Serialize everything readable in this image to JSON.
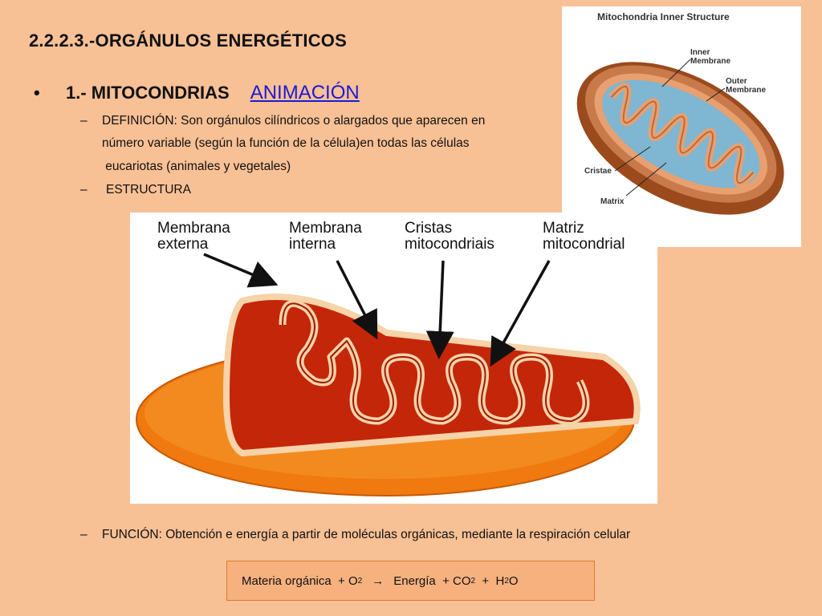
{
  "slide": {
    "title": "2.2.2.3.-ORGÁNULOS ENERGÉTICOS",
    "bullet": {
      "symbol": "•",
      "text": "1.- MITOCONDRIAS",
      "link": "ANIMACIÓN"
    },
    "definition": {
      "dash": "–",
      "lines": [
        "DEFINICIÓN: Son orgánulos cilíndricos o alargados  que aparecen en",
        "número variable (según la función de la célula)en todas las células",
        " eucariotas (animales y vegetales)"
      ]
    },
    "structure": {
      "dash": "–",
      "text": "ESTRUCTURA"
    },
    "function": {
      "dash": "–",
      "text": "FUNCIÓN: Obtención e energía a partir de moléculas orgánicas, mediante la respiración celular"
    },
    "equation": {
      "part1": "Materia orgánica  + O",
      "sub1": "2",
      "arrow": "→",
      "part2": "Energía  + CO",
      "sub2": "2",
      "part3": "  +  H",
      "sub3": "2",
      "part4": "O"
    }
  },
  "top_image": {
    "caption": "Mitochondria Inner Structure",
    "labels": {
      "inner": "Inner Membrane",
      "outer": "Outer Membrane",
      "cristae": "Cristae",
      "matrix": "Matrix"
    }
  },
  "main_image": {
    "labels": {
      "l1a": "Membrana",
      "l1b": "externa",
      "l2a": "Membrana",
      "l2b": "interna",
      "l3a": "Cristas",
      "l3b": "mitocondriais",
      "l4a": "Matriz",
      "l4b": "mitocondrial"
    }
  },
  "colors": {
    "background": "#f8c095",
    "link": "#1a1ad8",
    "mito_outer": "#f07a10",
    "mito_inner": "#d42c08",
    "membrane": "#f6d3a8",
    "matrix_blue": "#8ec9e0"
  }
}
